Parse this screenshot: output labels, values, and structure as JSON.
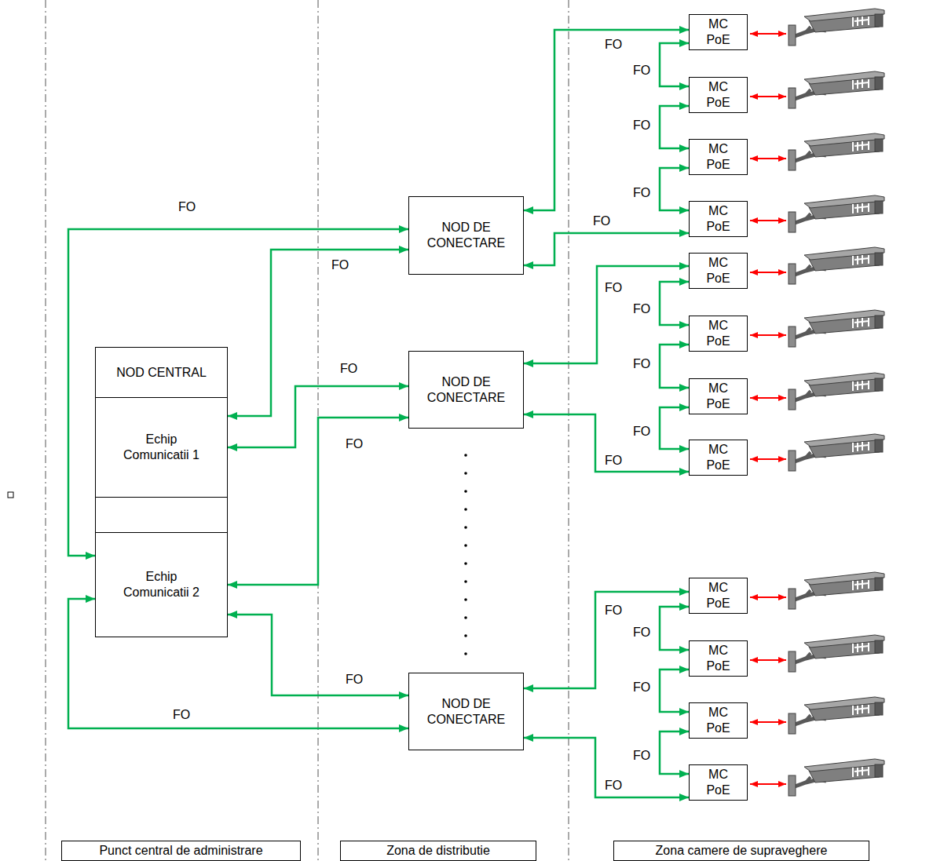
{
  "diagram": {
    "nodes": [
      {
        "text": [
          "NOD CENTRAL"
        ]
      },
      {
        "text": [
          "Echip Comunicatii 1"
        ],
        "in": 0
      },
      {
        "text": [
          "Echip Comunicatii 2"
        ],
        "in": 0
      },
      {
        "text": [
          "NOD DE CONECTARE"
        ]
      },
      {
        "text": [
          "NOD DE CONECTARE"
        ]
      },
      {
        "text": [
          "NOD DE CONECTARE"
        ]
      },
      {
        "text": [
          "MC PoE"
        ]
      },
      {
        "text": [
          "MC PoE"
        ]
      },
      {
        "text": [
          "MC PoE"
        ]
      },
      {
        "text": [
          "MC PoE"
        ]
      },
      {
        "text": [
          "MC PoE"
        ]
      },
      {
        "text": [
          "MC PoE"
        ]
      },
      {
        "text": [
          "MC PoE"
        ]
      },
      {
        "text": [
          "MC PoE"
        ]
      },
      {
        "text": [
          "MC PoE"
        ]
      },
      {
        "text": [
          "MC PoE"
        ]
      },
      {
        "text": [
          "MC PoE"
        ]
      },
      {
        "text": [
          "MC PoE"
        ]
      },
      {
        "text": [
          "Punct central de administrare"
        ]
      },
      {
        "text": [
          "Zona de distributie"
        ]
      },
      {
        "text": [
          "Zona camere de supraveghere"
        ]
      }
    ],
    "edges": [
      {
        "from": 1,
        "to": 3,
        "arrow": "both",
        "label": "FO"
      },
      {
        "from": 1,
        "to": 4,
        "arrow": "both",
        "label": "FO"
      },
      {
        "from": 2,
        "to": 3,
        "arrow": "both",
        "label": "FO"
      },
      {
        "from": 2,
        "to": 4,
        "arrow": "both",
        "label": "FO"
      },
      {
        "from": 2,
        "to": 5,
        "arrow": "both",
        "label": "FO"
      },
      {
        "from": 2,
        "to": 5,
        "arrow": "both",
        "label": "FO"
      },
      {
        "from": 1,
        "to": 2,
        "arrow": "both"
      },
      {
        "from": 1,
        "to": 2,
        "arrow": "both"
      },
      {
        "from": 3,
        "to": 6,
        "arrow": "both",
        "label": "FO"
      },
      {
        "from": 6,
        "to": 7,
        "arrow": "both",
        "label": "FO"
      },
      {
        "from": 7,
        "to": 8,
        "arrow": "both",
        "label": "FO"
      },
      {
        "from": 8,
        "to": 9,
        "arrow": "both",
        "label": "FO"
      },
      {
        "from": 9,
        "to": 3,
        "arrow": "both",
        "label": "FO"
      },
      {
        "from": 4,
        "to": 10,
        "arrow": "both",
        "label": "FO"
      },
      {
        "from": 10,
        "to": 11,
        "arrow": "both",
        "label": "FO"
      },
      {
        "from": 11,
        "to": 12,
        "arrow": "both",
        "label": "FO"
      },
      {
        "from": 12,
        "to": 13,
        "arrow": "both",
        "label": "FO"
      },
      {
        "from": 13,
        "to": 4,
        "arrow": "both",
        "label": "FO"
      },
      {
        "from": 5,
        "to": 14,
        "arrow": "both",
        "label": "FO"
      },
      {
        "from": 14,
        "to": 15,
        "arrow": "both",
        "label": "FO"
      },
      {
        "from": 15,
        "to": 16,
        "arrow": "both",
        "label": "FO"
      },
      {
        "from": 16,
        "to": 17,
        "arrow": "both",
        "label": "FO"
      },
      {
        "from": 17,
        "to": 5,
        "arrow": "both",
        "label": "FO"
      }
    ]
  }
}
